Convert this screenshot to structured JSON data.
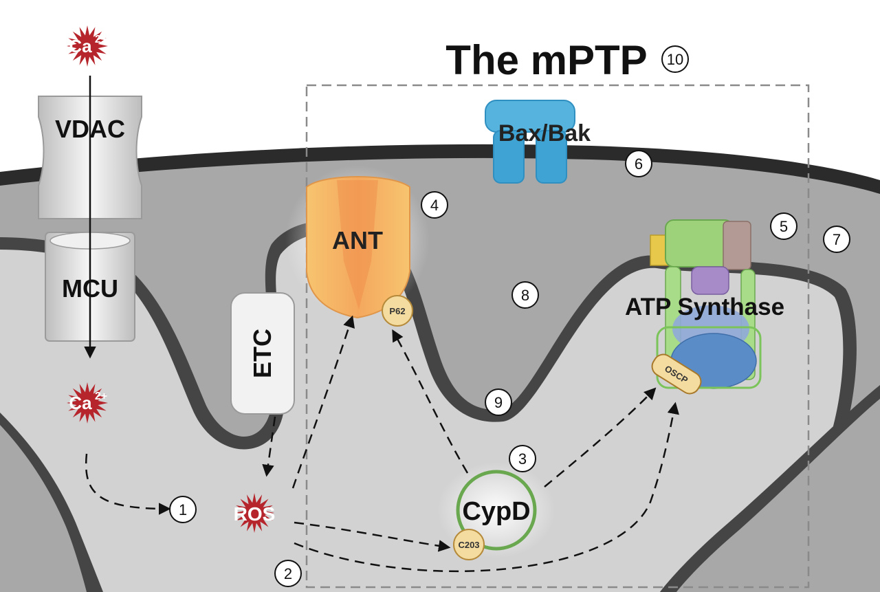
{
  "title": "The mPTP",
  "title_marker": "10",
  "labels": {
    "ca_ion": "Ca",
    "ca_charge": "2+",
    "vdac": "VDAC",
    "mcu": "MCU",
    "etc": "ETC",
    "ros": "ROS",
    "ant": "ANT",
    "p62": "P62",
    "bax_bak": "Bax/Bak",
    "atp_synthase": "ATP Synthase",
    "oscp": "OSCP",
    "cypd": "CypD",
    "c203": "C203"
  },
  "markers": [
    "1",
    "2",
    "3",
    "4",
    "5",
    "6",
    "7",
    "8",
    "9"
  ],
  "colors": {
    "ion_red": "#b5252b",
    "ant_orange": "#f5b25a",
    "cypd_green": "#6aa84f",
    "baxbak_blue": "#4aa6d4",
    "membrane": "#2f2f2f"
  }
}
